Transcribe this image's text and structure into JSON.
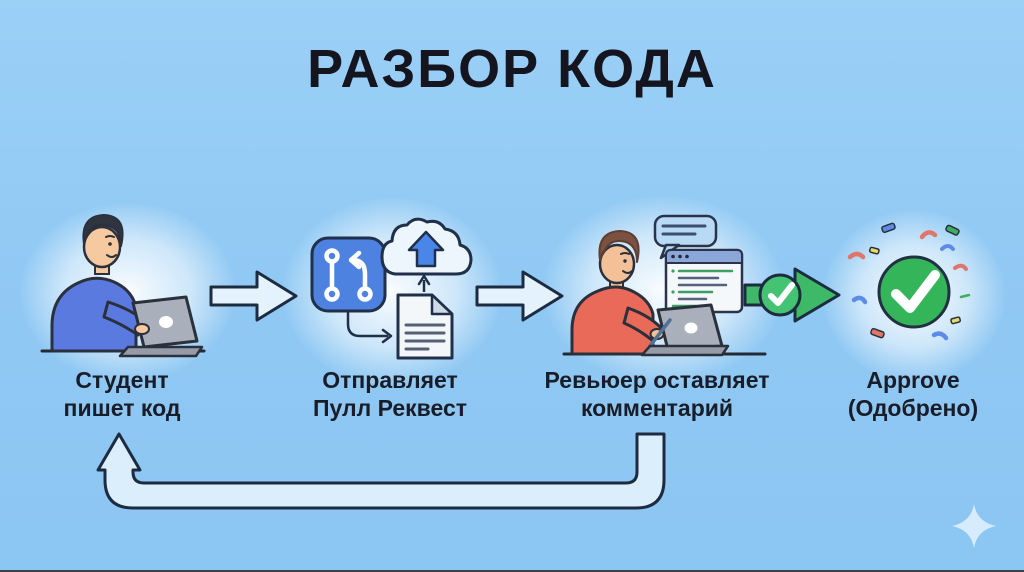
{
  "title": "РАЗБОР КОДА",
  "steps": [
    {
      "id": "student-writes-code",
      "label": [
        "Студент",
        "пишет код"
      ],
      "icon": "student-at-laptop"
    },
    {
      "id": "send-pull-request",
      "label": [
        "Отправляет",
        "Пулл Реквест"
      ],
      "icons": [
        "git-pull-request-icon",
        "upload-cloud-icon",
        "document-icon"
      ]
    },
    {
      "id": "reviewer-comments",
      "label": [
        "Ревьюер оставляет",
        "комментарий"
      ],
      "icons": [
        "speech-bubble-icon",
        "code-review-window-icon",
        "reviewer-at-laptop"
      ]
    },
    {
      "id": "approve",
      "label": [
        "Approve",
        "(Одобрено)"
      ],
      "icon": "check-circle-confetti-icon"
    }
  ],
  "connectors": [
    {
      "id": "arrow-step1-step2",
      "type": "block-arrow-right"
    },
    {
      "id": "arrow-step2-step3",
      "type": "block-arrow-right"
    },
    {
      "id": "arrow-step3-step4",
      "type": "green-check-arrow"
    },
    {
      "id": "feedback-loop",
      "type": "u-turn-arrow",
      "from": "reviewer-comments",
      "to": "student-writes-code"
    }
  ],
  "decorations": {
    "bottom_right": "sparkle-icon"
  },
  "colors": {
    "background": "#92c9f4",
    "title_text": "#14151e",
    "label_text": "#191d29",
    "outline": "#1d2b40",
    "block_arrow_fill": "#e3f2fd",
    "approve_green": "#35b55a",
    "git_blue": "#4d82e0",
    "shirt_blue": "#5b7ae0",
    "shirt_coral": "#ea6a59"
  }
}
